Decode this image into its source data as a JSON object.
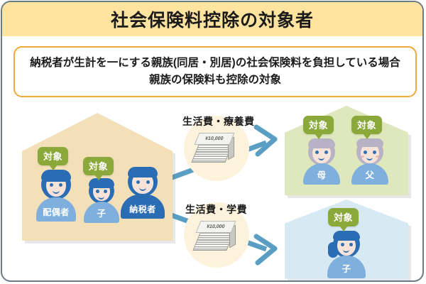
{
  "header": {
    "title": "社会保険料控除の対象者"
  },
  "subtitle": {
    "line1": "納税者が生計を一にする親族(同居・別居)の社会保険料を負担している場合",
    "line2": "親族の保険料も控除の対象"
  },
  "badge_label": "対象",
  "money": {
    "amount": "¥10,000"
  },
  "flows": [
    {
      "label": "生活費・療養費"
    },
    {
      "label": "生活費・学費"
    }
  ],
  "houses": {
    "taxpayer_household": {
      "color": "#f3dfb8",
      "people": [
        {
          "label": "配偶者",
          "has_badge": true
        },
        {
          "label": "子",
          "has_badge": true
        },
        {
          "label": "納税者",
          "has_badge": false
        }
      ]
    },
    "parents_household": {
      "color": "#dfe7bc",
      "people": [
        {
          "label": "母",
          "has_badge": true
        },
        {
          "label": "父",
          "has_badge": true
        }
      ]
    },
    "child_household": {
      "color": "#d7eaf3",
      "people": [
        {
          "label": "子",
          "has_badge": true
        }
      ]
    }
  },
  "colors": {
    "title_bar": "#ffe4a0",
    "frame_border": "#6b7b85",
    "subtitle_border": "#f0a93c",
    "badge_green": "#8aa93a",
    "arrow_blue": "#5a9ec4",
    "body_light_blue": "#7fb0dd",
    "body_dark_blue": "#2a6db5",
    "hair_blue": "#2a6db5",
    "hair_gray": "#b8b2c6"
  }
}
